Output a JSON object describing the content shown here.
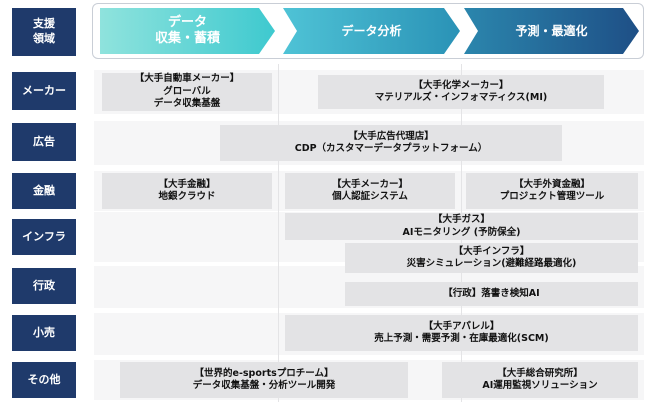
{
  "header": {
    "label": "支援\n領域",
    "phases": [
      {
        "line1": "データ",
        "line2": "収集・蓄積"
      },
      {
        "line1": "データ分析"
      },
      {
        "line1": "予測・最適化"
      }
    ]
  },
  "rows": [
    {
      "label": "メーカー",
      "cases": [
        {
          "org": "【大手自動車メーカー】",
          "title1": "グローバル",
          "title2": "データ収集基盤"
        },
        {
          "org": "【大手化学メーカー】",
          "title1": "マテリアルズ・インフォマティクス(MI)"
        }
      ]
    },
    {
      "label": "広告",
      "cases": [
        {
          "org": "【大手広告代理店】",
          "title1": "CDP（カスタマーデータプラットフォーム）"
        }
      ]
    },
    {
      "label": "金融",
      "cases": [
        {
          "org": "【大手金融】",
          "title1": "地銀クラウド"
        },
        {
          "org": "【大手メーカー】",
          "title1": "個人認証システム"
        },
        {
          "org": "【大手外資金融】",
          "title1": "プロジェクト管理ツール"
        }
      ]
    },
    {
      "label": "インフラ",
      "cases": [
        {
          "org": "【大手ガス】",
          "title1": "AIモニタリング (予防保全)"
        },
        {
          "org": "【大手インフラ】",
          "title1": "災害シミュレーション(避難経路最適化)"
        }
      ]
    },
    {
      "label": "行政",
      "cases": [
        {
          "org": "【行政】落書き検知AI"
        }
      ]
    },
    {
      "label": "小売",
      "cases": [
        {
          "org": "【大手アパレル】",
          "title1": "売上予測・需要予測・在庫最適化(SCM)"
        }
      ]
    },
    {
      "label": "その他",
      "cases": [
        {
          "org": "【世界的e-sportsプロチーム】",
          "title1": "データ収集基盤・分析ツール開発"
        },
        {
          "org": "【大手総合研究所】",
          "title1": "AI運用監視ソリューション"
        }
      ]
    }
  ]
}
